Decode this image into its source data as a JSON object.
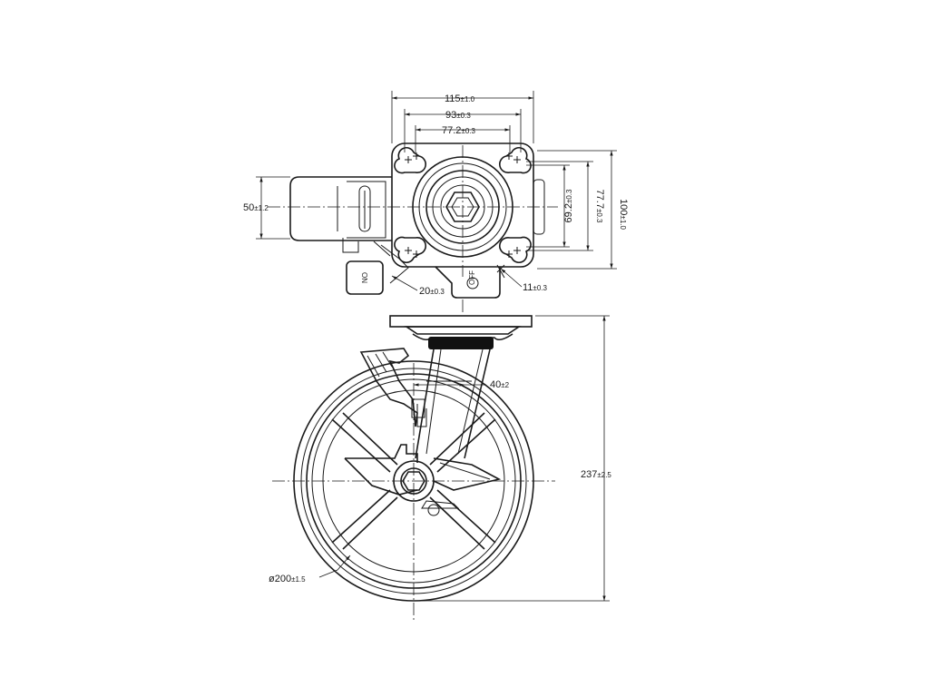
{
  "dimensions": {
    "plate_width": {
      "value": "115",
      "tol": "±1.0"
    },
    "hole_spacing_outer": {
      "value": "93",
      "tol": "±0.3"
    },
    "hole_spacing_inner": {
      "value": "77.2",
      "tol": "±0.3"
    },
    "plate_height": {
      "value": "100",
      "tol": "±1.0"
    },
    "hole_vertical_outer": {
      "value": "77.7",
      "tol": "±0.3"
    },
    "hole_vertical_inner": {
      "value": "69.2",
      "tol": "±0.3"
    },
    "brake_width": {
      "value": "50",
      "tol": "±1.2"
    },
    "slot_width": {
      "value": "20",
      "tol": "±0.3"
    },
    "slot_length": {
      "value": "11",
      "tol": "±0.3"
    },
    "offset": {
      "value": "40",
      "tol": "±2"
    },
    "total_height": {
      "value": "237",
      "tol": "±2.5"
    },
    "wheel_diameter": {
      "value": "ø200",
      "tol": "±1.5"
    }
  },
  "labels": {
    "brake_on": "ON",
    "brake_off": "OFF"
  }
}
